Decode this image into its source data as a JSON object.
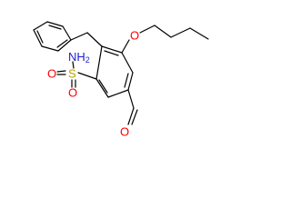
{
  "molecule": {
    "atoms": {
      "nh2": {
        "main": "NH",
        "sub": "2",
        "color": "#1f1fcf"
      },
      "s": {
        "text": "S",
        "color": "#b8a200"
      },
      "o_sulfonyl_top": {
        "text": "O",
        "color": "#ff0000"
      },
      "o_sulfonyl_bottom": {
        "text": "O",
        "color": "#ff0000"
      },
      "o_ether": {
        "text": "O",
        "color": "#ff0000"
      },
      "o_aldehyde": {
        "text": "O",
        "color": "#ff0000"
      }
    },
    "bond_color": "#000000"
  }
}
